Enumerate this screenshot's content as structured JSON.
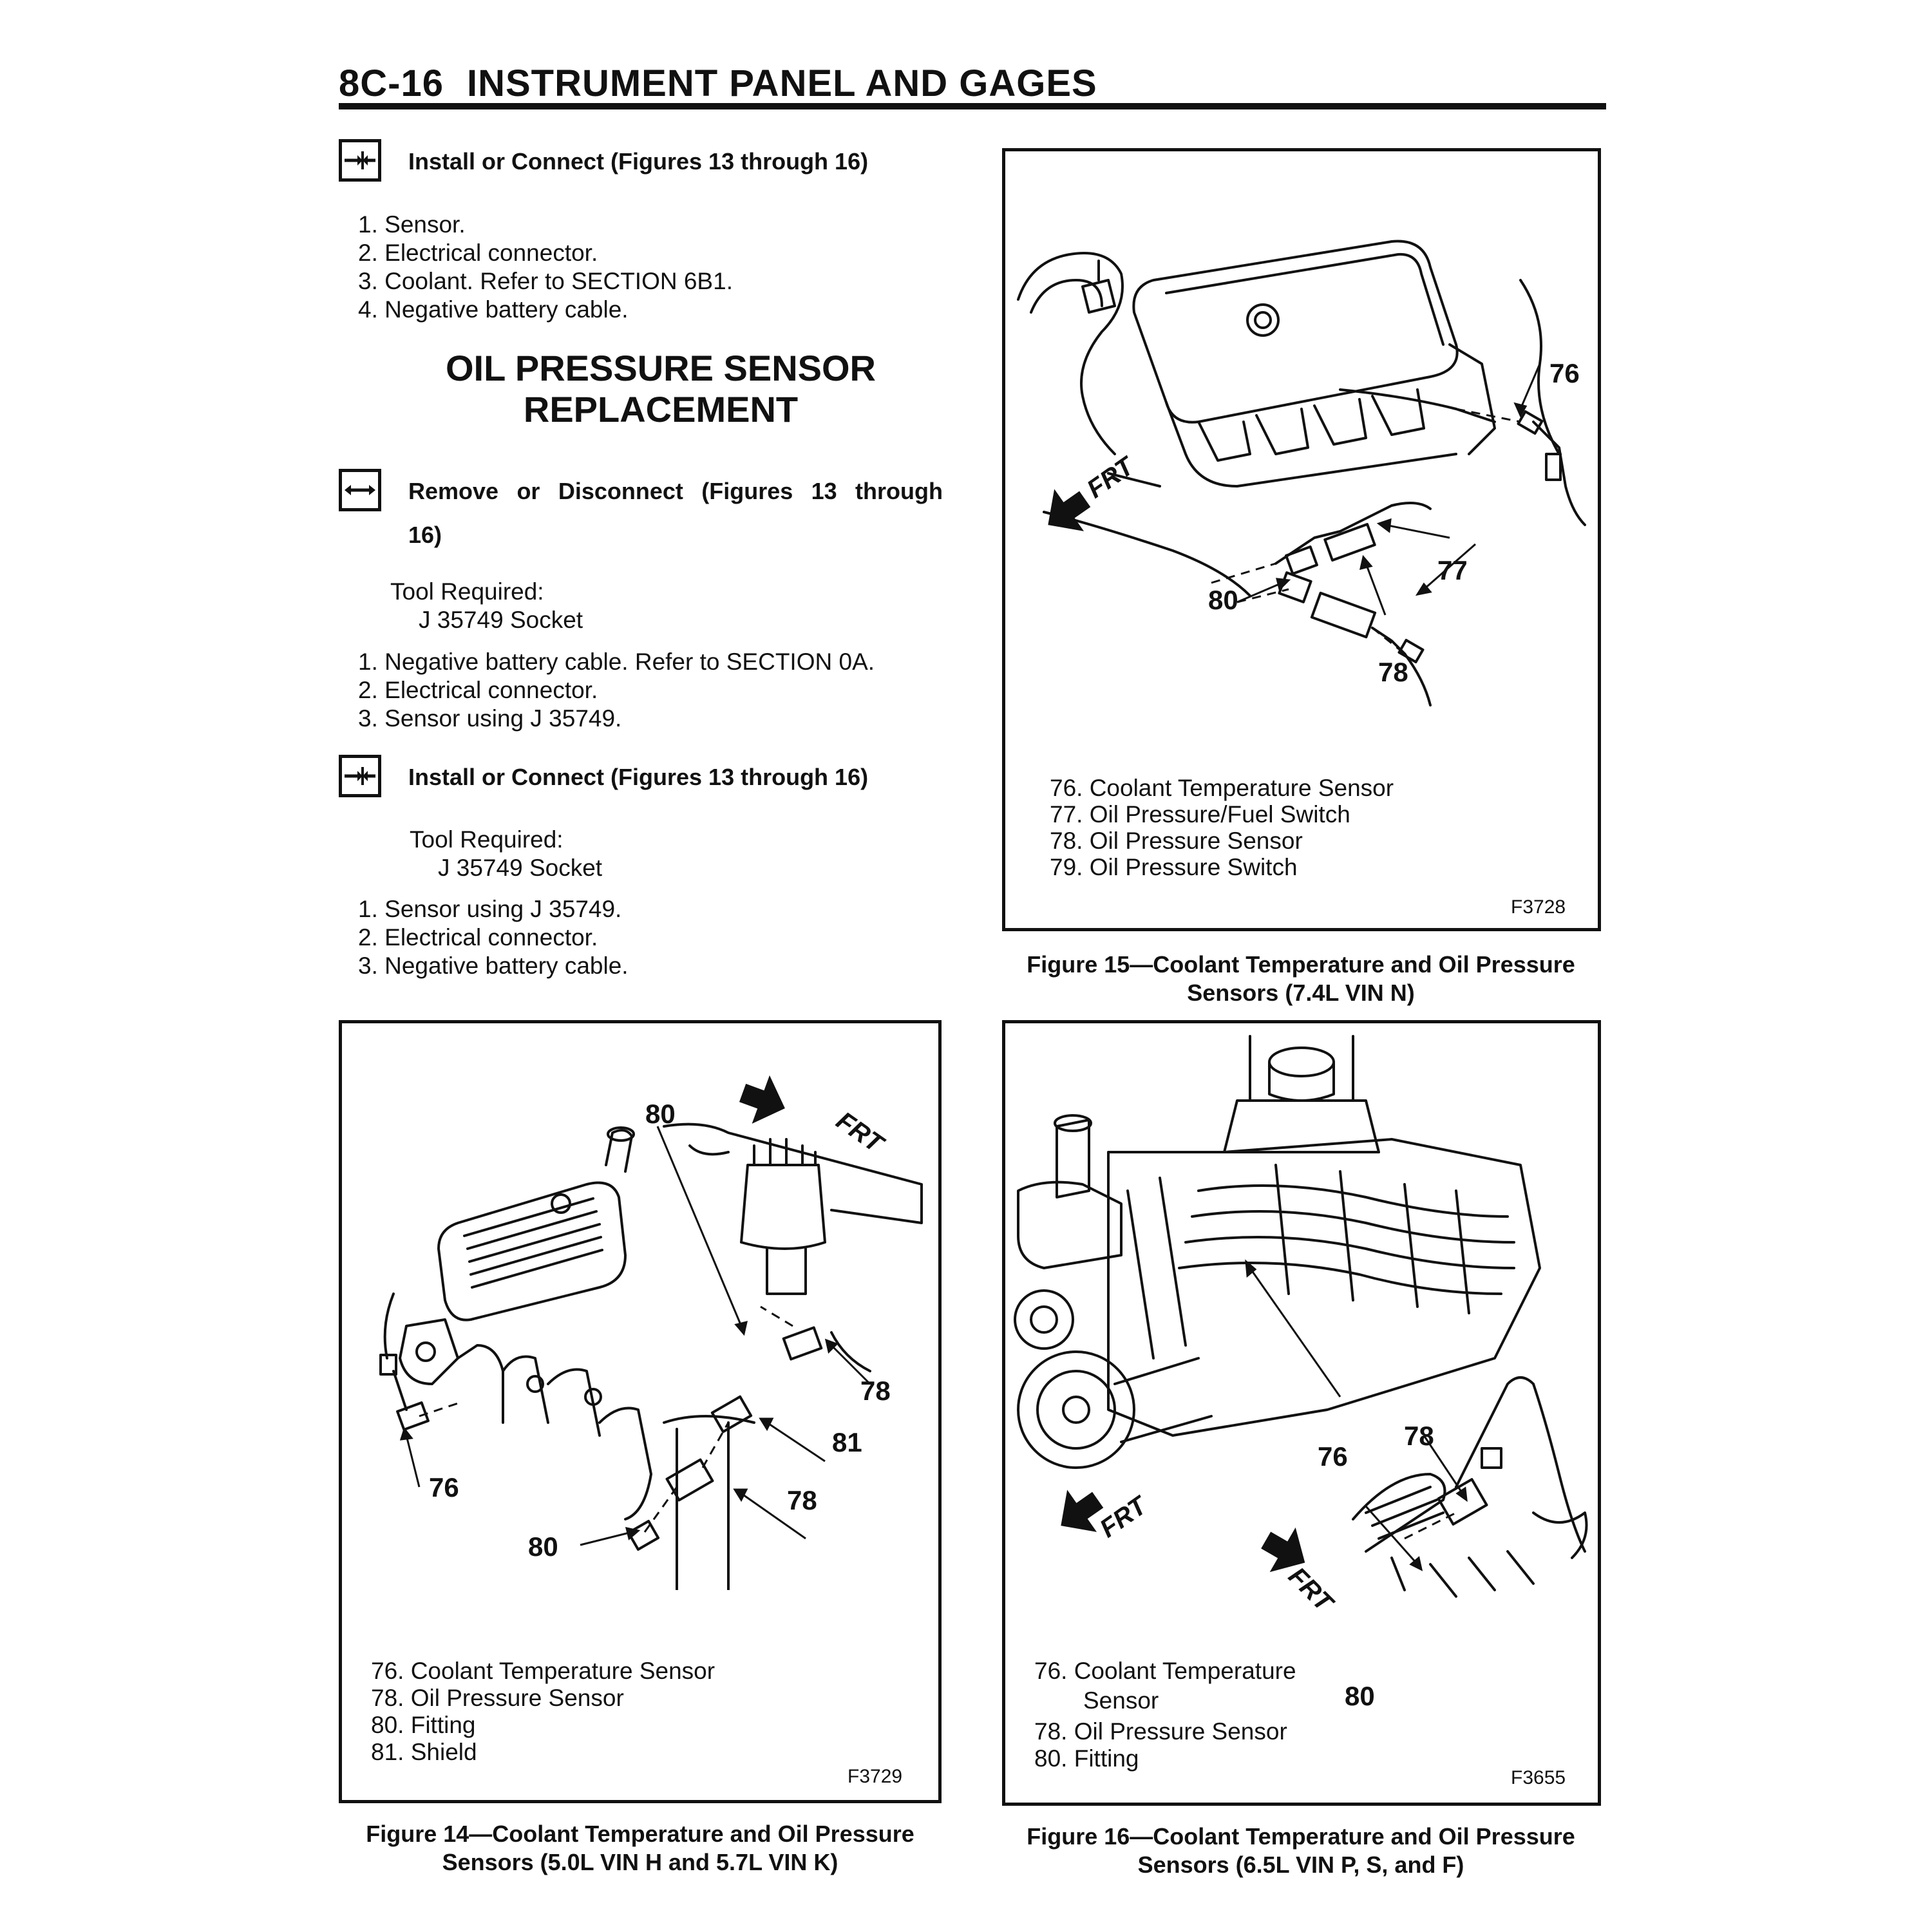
{
  "header": {
    "code": "8C-16",
    "title": "INSTRUMENT PANEL AND GAGES"
  },
  "install1": {
    "heading": "Install or Connect (Figures 13 through 16)",
    "steps": [
      "1. Sensor.",
      "2. Electrical connector.",
      "3. Coolant. Refer to SECTION 6B1.",
      "4. Negative battery cable."
    ]
  },
  "section_title": {
    "line1": "OIL PRESSURE SENSOR",
    "line2": "REPLACEMENT"
  },
  "remove": {
    "heading_line1": "Remove or Disconnect (Figures 13 through",
    "heading_line2": "16)",
    "tool_label": "Tool Required:",
    "tool": "J 35749 Socket",
    "steps": [
      "1. Negative battery cable. Refer to SECTION 0A.",
      "2. Electrical connector.",
      "3. Sensor using J 35749."
    ]
  },
  "install2": {
    "heading": "Install or Connect (Figures 13 through 16)",
    "tool_label": "Tool Required:",
    "tool": "J 35749 Socket",
    "steps": [
      "1. Sensor using J 35749.",
      "2. Electrical connector.",
      "3. Negative battery cable."
    ]
  },
  "fig15": {
    "callouts": {
      "c76": "76",
      "c77": "77",
      "c78": "78",
      "c80": "80"
    },
    "frt": "FRT",
    "legend": [
      "76. Coolant Temperature Sensor",
      "77. Oil Pressure/Fuel Switch",
      "78. Oil Pressure Sensor",
      "79. Oil Pressure Switch"
    ],
    "id": "F3728",
    "caption_line1": "Figure 15—Coolant Temperature and Oil Pressure",
    "caption_line2": "Sensors (7.4L VIN N)"
  },
  "fig14": {
    "callouts": {
      "c80a": "80",
      "c78a": "78",
      "c81": "81",
      "c76": "76",
      "c78b": "78",
      "c80b": "80"
    },
    "frt": "FRT",
    "legend": [
      "76. Coolant Temperature Sensor",
      "78. Oil Pressure Sensor",
      "80. Fitting",
      "81. Shield"
    ],
    "id": "F3729",
    "caption_line1": "Figure 14—Coolant Temperature and Oil Pressure",
    "caption_line2": "Sensors (5.0L VIN H and 5.7L VIN K)"
  },
  "fig16": {
    "callouts": {
      "c76": "76",
      "c78": "78",
      "c80": "80"
    },
    "frt1": "FRT",
    "frt2": "FRT",
    "legend": [
      "76. Coolant Temperature",
      "Sensor",
      "78. Oil Pressure Sensor",
      "80. Fitting"
    ],
    "id": "F3655",
    "caption_line1": "Figure 16—Coolant Temperature and Oil Pressure",
    "caption_line2": "Sensors (6.5L VIN P, S, and F)"
  }
}
